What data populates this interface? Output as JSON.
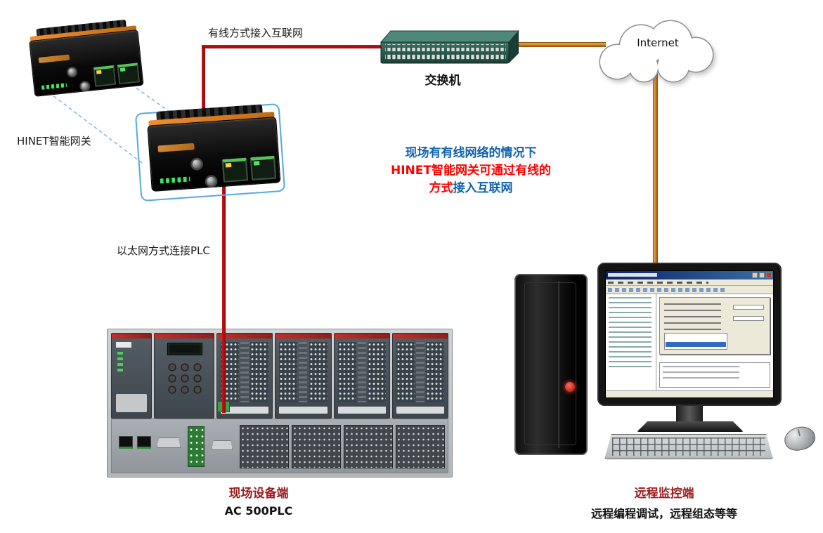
{
  "diagram": {
    "gateway_label": "HINET智能网关",
    "wired_cable_label": "有线方式接入互联网",
    "switch_label": "交换机",
    "internet_label": "Internet",
    "plc_cable_label": "以太网方式连接PLC",
    "callout": {
      "line1": [
        {
          "text": "现场有有线网络的情况下",
          "color": "blue"
        }
      ],
      "line2": [
        {
          "text": "HINET智能网关可通过有线的",
          "color": "red"
        }
      ],
      "line3": [
        {
          "text": "方式",
          "color": "red"
        },
        {
          "text": "接入互联网",
          "color": "blue"
        }
      ]
    },
    "field_caption": {
      "title": "现场设备端",
      "subtitle": "AC 500PLC"
    },
    "remote_caption": {
      "title": "远程监控端",
      "subtitle": "远程编程调试，远程组态等等"
    }
  },
  "colors": {
    "cable_red": "#a60f0f",
    "cable_orange": "#c87818",
    "callout_red": "#ff0000",
    "callout_blue": "#0f62ad",
    "caption_dark_red": "#9b1b1b",
    "highlight_box_blue": "#58a8e0",
    "switch_body_teal": "#2f5f54"
  }
}
